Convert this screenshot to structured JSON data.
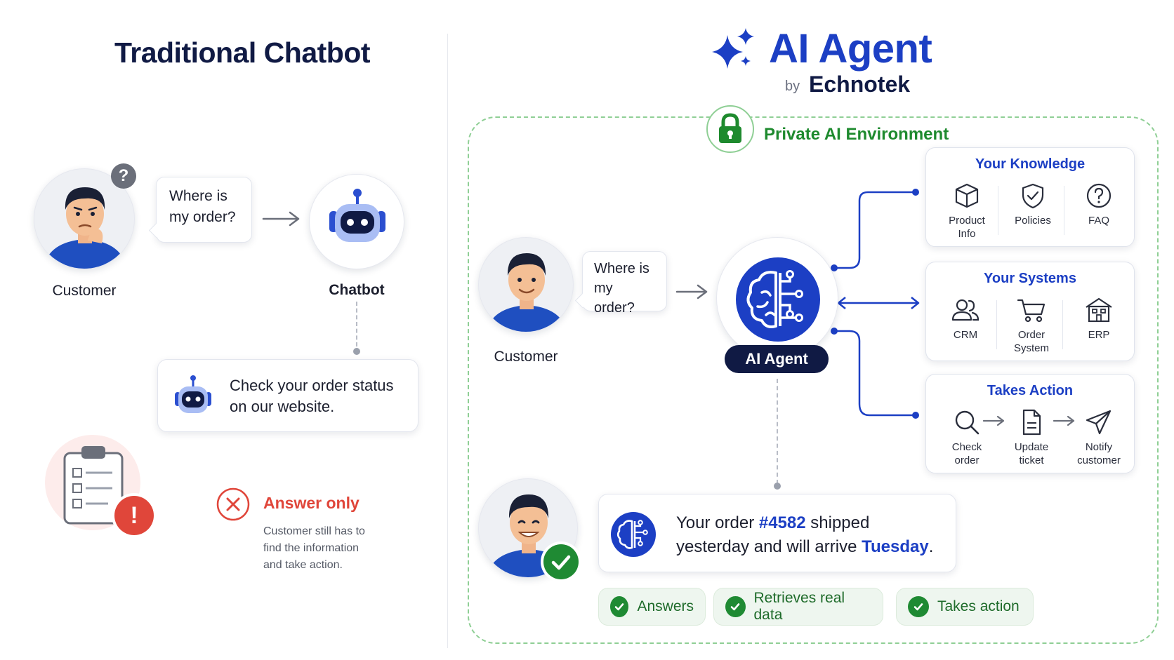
{
  "left": {
    "title": "Traditional Chatbot",
    "customer_label": "Customer",
    "question_line1": "Where is",
    "question_line2": "my order?",
    "chatbot_label": "Chatbot",
    "reply_line1": "Check your order status",
    "reply_line2": "on our website.",
    "result_title": "Answer only",
    "result_desc_line1": "Customer still has to",
    "result_desc_line2": "find the information",
    "result_desc_line3": "and take action."
  },
  "right": {
    "brand_title": "AI Agent",
    "by": "by",
    "brand_name": "Echnotek",
    "env_label": "Private AI Environment",
    "customer_label": "Customer",
    "question_line1": "Where is",
    "question_line2": "my order?",
    "agent_label": "AI Agent",
    "knowledge": {
      "title": "Your Knowledge",
      "items": [
        {
          "line1": "Product",
          "line2": "Info",
          "icon": "cube-icon"
        },
        {
          "line1": "Policies",
          "line2": "",
          "icon": "shield-check-icon"
        },
        {
          "line1": "FAQ",
          "line2": "",
          "icon": "question-icon"
        }
      ]
    },
    "systems": {
      "title": "Your Systems",
      "items": [
        {
          "line1": "CRM",
          "line2": "",
          "icon": "users-icon"
        },
        {
          "line1": "Order",
          "line2": "System",
          "icon": "cart-icon"
        },
        {
          "line1": "ERP",
          "line2": "",
          "icon": "building-icon"
        }
      ]
    },
    "actions": {
      "title": "Takes Action",
      "items": [
        {
          "line1": "Check",
          "line2": "order",
          "icon": "search-icon"
        },
        {
          "line1": "Update",
          "line2": "ticket",
          "icon": "document-icon"
        },
        {
          "line1": "Notify",
          "line2": "customer",
          "icon": "send-icon"
        }
      ]
    },
    "response": {
      "part1": "Your order ",
      "order_number": "#4582",
      "part2": " shipped",
      "part3": "yesterday and will arrive ",
      "day": "Tuesday",
      "part4": "."
    },
    "benefits": [
      "Answers",
      "Retrieves real data",
      "Takes action"
    ]
  },
  "colors": {
    "brand_blue": "#1c3fc4",
    "navy": "#101a44",
    "green": "#1f8a33",
    "red": "#e0463a"
  }
}
